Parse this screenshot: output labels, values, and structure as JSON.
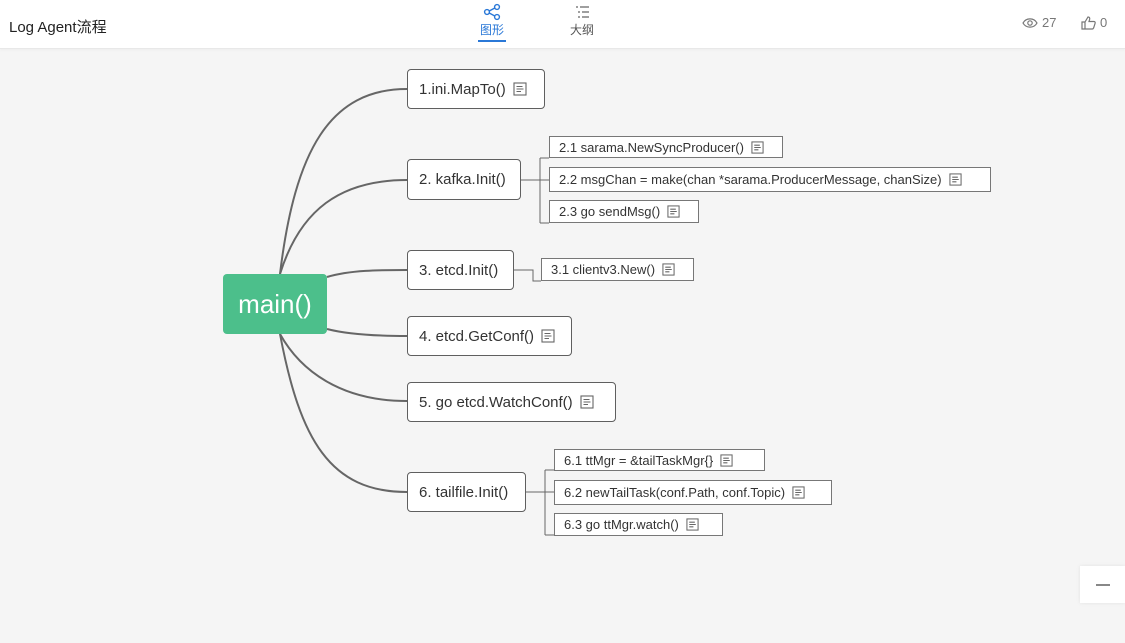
{
  "header": {
    "title": "Log Agent流程",
    "tabs": [
      {
        "label": "图形",
        "icon": "mindmap-icon",
        "active": true
      },
      {
        "label": "大纲",
        "icon": "outline-list-icon",
        "active": false
      }
    ],
    "views": "27",
    "likes": "0"
  },
  "colors": {
    "root": "#4cbf8b",
    "accent": "#2a78d7",
    "link": "#666666"
  },
  "mindmap": {
    "root": "main()",
    "nodes": [
      {
        "label": "1.ini.MapTo()",
        "has_note": true,
        "children": []
      },
      {
        "label": "2. kafka.Init()",
        "has_note": false,
        "children": [
          {
            "label": "2.1 sarama.NewSyncProducer()",
            "has_note": true
          },
          {
            "label": "2.2 msgChan = make(chan *sarama.ProducerMessage, chanSize)",
            "has_note": true
          },
          {
            "label": "2.3 go sendMsg()",
            "has_note": true
          }
        ]
      },
      {
        "label": "3. etcd.Init()",
        "has_note": false,
        "children": [
          {
            "label": "3.1 clientv3.New()",
            "has_note": true
          }
        ]
      },
      {
        "label": "4. etcd.GetConf()",
        "has_note": true,
        "children": []
      },
      {
        "label": "5. go etcd.WatchConf()",
        "has_note": true,
        "children": []
      },
      {
        "label": "6. tailfile.Init()",
        "has_note": false,
        "children": [
          {
            "label": "6.1 ttMgr = &tailTaskMgr{}",
            "has_note": true
          },
          {
            "label": "6.2 newTailTask(conf.Path, conf.Topic)",
            "has_note": true
          },
          {
            "label": "6.3 go ttMgr.watch()",
            "has_note": true
          }
        ]
      }
    ]
  }
}
